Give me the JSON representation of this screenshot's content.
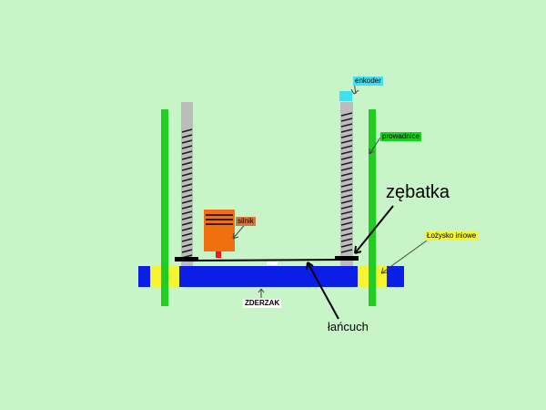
{
  "labels": {
    "enkoder": "enkoder",
    "prowadnice": "prowadnice",
    "silnik": "silnik",
    "lozysko": "Łożysko iniowe",
    "zderzak": "ZDERZAK",
    "zebatka": "zębatka",
    "lancuch": "łańcuch"
  },
  "colors": {
    "background": "#c8f5c8",
    "guide_rail": "#22cc22",
    "base": "#0a1ee6",
    "bearing": "#f4f430",
    "motor": "#f07010",
    "encoder": "#40e0f0",
    "screw": "#bcbcbc"
  }
}
